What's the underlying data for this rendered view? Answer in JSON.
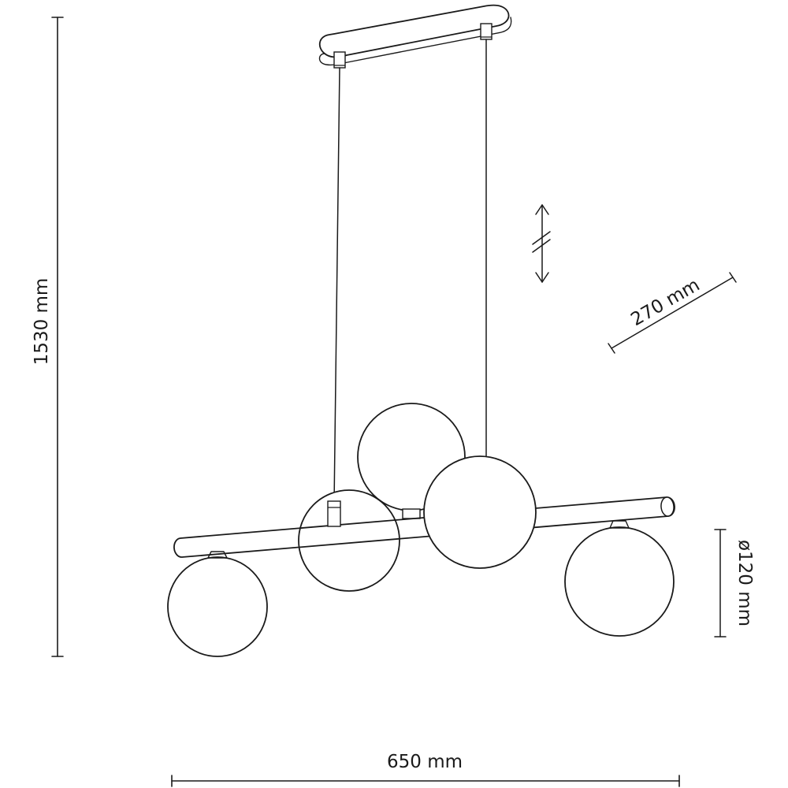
{
  "dimensions": {
    "height_label": "1530 mm",
    "width_label": "650 mm",
    "depth_label": "270 mm",
    "globe_diameter_label": "ø120 mm"
  }
}
